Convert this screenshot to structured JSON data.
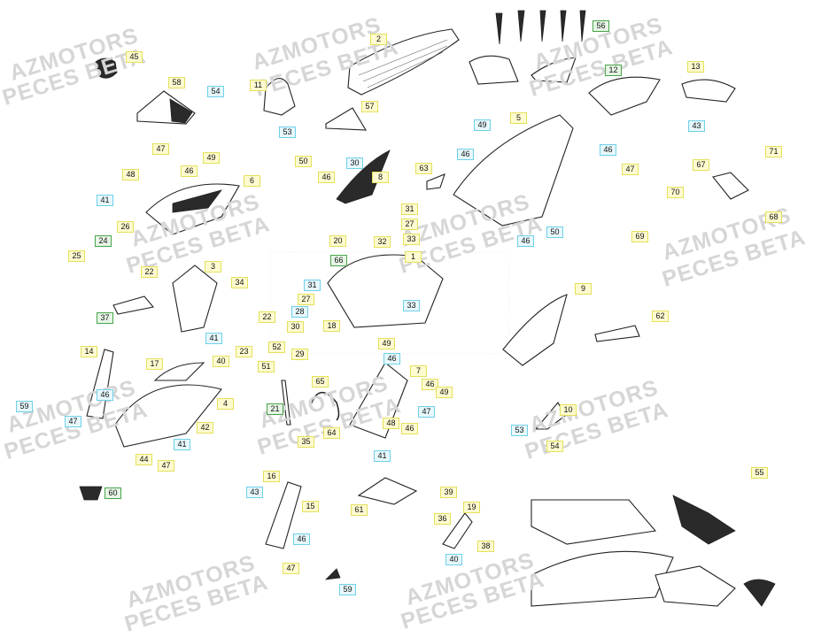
{
  "watermarks": [
    {
      "text": "AZMOTORS"
    },
    {
      "text": "PECES BETA"
    }
  ],
  "callouts": [
    {
      "id": "c45",
      "text": "45",
      "style": "yellow"
    },
    {
      "id": "c58",
      "text": "58",
      "style": "yellow"
    },
    {
      "id": "c54a",
      "text": "54",
      "style": "cyan"
    },
    {
      "id": "c11",
      "text": "11",
      "style": "yellow"
    },
    {
      "id": "c2",
      "text": "2",
      "style": "yellow"
    },
    {
      "id": "c57",
      "text": "57",
      "style": "yellow"
    },
    {
      "id": "c53a",
      "text": "53",
      "style": "cyan"
    },
    {
      "id": "c56",
      "text": "56",
      "style": "green"
    },
    {
      "id": "c12",
      "text": "12",
      "style": "green"
    },
    {
      "id": "c13",
      "text": "13",
      "style": "yellow"
    },
    {
      "id": "c43a",
      "text": "43",
      "style": "cyan"
    },
    {
      "id": "c46a",
      "text": "46",
      "style": "cyan"
    },
    {
      "id": "c47a",
      "text": "47",
      "style": "yellow"
    },
    {
      "id": "c5",
      "text": "5",
      "style": "yellow"
    },
    {
      "id": "c49a",
      "text": "49",
      "style": "cyan"
    },
    {
      "id": "c46b",
      "text": "46",
      "style": "cyan"
    },
    {
      "id": "c47b",
      "text": "47",
      "style": "yellow"
    },
    {
      "id": "c49b",
      "text": "49",
      "style": "yellow"
    },
    {
      "id": "c46c",
      "text": "46",
      "style": "yellow"
    },
    {
      "id": "c48a",
      "text": "48",
      "style": "yellow"
    },
    {
      "id": "c41a",
      "text": "41",
      "style": "cyan"
    },
    {
      "id": "c6",
      "text": "6",
      "style": "yellow"
    },
    {
      "id": "c50a",
      "text": "50",
      "style": "yellow"
    },
    {
      "id": "c30a",
      "text": "30",
      "style": "cyan"
    },
    {
      "id": "c46d",
      "text": "46",
      "style": "yellow"
    },
    {
      "id": "c8",
      "text": "8",
      "style": "yellow"
    },
    {
      "id": "c63",
      "text": "63",
      "style": "yellow"
    },
    {
      "id": "c67",
      "text": "67",
      "style": "yellow"
    },
    {
      "id": "c71",
      "text": "71",
      "style": "yellow"
    },
    {
      "id": "c70",
      "text": "70",
      "style": "yellow"
    },
    {
      "id": "c69",
      "text": "69",
      "style": "yellow"
    },
    {
      "id": "c68",
      "text": "68",
      "style": "yellow"
    },
    {
      "id": "c46e",
      "text": "46",
      "style": "cyan"
    },
    {
      "id": "c50b",
      "text": "50",
      "style": "cyan"
    },
    {
      "id": "c31a",
      "text": "31",
      "style": "yellow"
    },
    {
      "id": "c27a",
      "text": "27",
      "style": "yellow"
    },
    {
      "id": "c33a",
      "text": "33",
      "style": "yellow"
    },
    {
      "id": "c20",
      "text": "20",
      "style": "yellow"
    },
    {
      "id": "c32",
      "text": "32",
      "style": "yellow"
    },
    {
      "id": "c1",
      "text": "1",
      "style": "yellow"
    },
    {
      "id": "c66",
      "text": "66",
      "style": "green"
    },
    {
      "id": "c24",
      "text": "24",
      "style": "green"
    },
    {
      "id": "c26",
      "text": "26",
      "style": "yellow"
    },
    {
      "id": "c25",
      "text": "25",
      "style": "yellow"
    },
    {
      "id": "c22a",
      "text": "22",
      "style": "yellow"
    },
    {
      "id": "c3",
      "text": "3",
      "style": "yellow"
    },
    {
      "id": "c34",
      "text": "34",
      "style": "yellow"
    },
    {
      "id": "c37",
      "text": "37",
      "style": "green"
    },
    {
      "id": "c22b",
      "text": "22",
      "style": "yellow"
    },
    {
      "id": "c31b",
      "text": "31",
      "style": "cyan"
    },
    {
      "id": "c27b",
      "text": "27",
      "style": "yellow"
    },
    {
      "id": "c28",
      "text": "28",
      "style": "cyan"
    },
    {
      "id": "c30b",
      "text": "30",
      "style": "yellow"
    },
    {
      "id": "c18",
      "text": "18",
      "style": "yellow"
    },
    {
      "id": "c33b",
      "text": "33",
      "style": "cyan"
    },
    {
      "id": "c9",
      "text": "9",
      "style": "yellow"
    },
    {
      "id": "c62",
      "text": "62",
      "style": "yellow"
    },
    {
      "id": "c41b",
      "text": "41",
      "style": "cyan"
    },
    {
      "id": "c23",
      "text": "23",
      "style": "yellow"
    },
    {
      "id": "c52",
      "text": "52",
      "style": "yellow"
    },
    {
      "id": "c40a",
      "text": "40",
      "style": "yellow"
    },
    {
      "id": "c51",
      "text": "51",
      "style": "yellow"
    },
    {
      "id": "c29",
      "text": "29",
      "style": "yellow"
    },
    {
      "id": "c14",
      "text": "14",
      "style": "yellow"
    },
    {
      "id": "c17",
      "text": "17",
      "style": "yellow"
    },
    {
      "id": "c49c",
      "text": "49",
      "style": "yellow"
    },
    {
      "id": "c46f",
      "text": "46",
      "style": "cyan"
    },
    {
      "id": "c7",
      "text": "7",
      "style": "yellow"
    },
    {
      "id": "c46g",
      "text": "46",
      "style": "yellow"
    },
    {
      "id": "c49d",
      "text": "49",
      "style": "yellow"
    },
    {
      "id": "c47c",
      "text": "47",
      "style": "cyan"
    },
    {
      "id": "c48b",
      "text": "48",
      "style": "yellow"
    },
    {
      "id": "c46h",
      "text": "46",
      "style": "yellow"
    },
    {
      "id": "c41c",
      "text": "41",
      "style": "cyan"
    },
    {
      "id": "c65",
      "text": "65",
      "style": "yellow"
    },
    {
      "id": "c21",
      "text": "21",
      "style": "green"
    },
    {
      "id": "c64",
      "text": "64",
      "style": "yellow"
    },
    {
      "id": "c35",
      "text": "35",
      "style": "yellow"
    },
    {
      "id": "c46i",
      "text": "46",
      "style": "cyan"
    },
    {
      "id": "c4",
      "text": "4",
      "style": "yellow"
    },
    {
      "id": "c59a",
      "text": "59",
      "style": "cyan"
    },
    {
      "id": "c47d",
      "text": "47",
      "style": "cyan"
    },
    {
      "id": "c42",
      "text": "42",
      "style": "yellow"
    },
    {
      "id": "c41d",
      "text": "41",
      "style": "cyan"
    },
    {
      "id": "c44",
      "text": "44",
      "style": "yellow"
    },
    {
      "id": "c47e",
      "text": "47",
      "style": "yellow"
    },
    {
      "id": "c60",
      "text": "60",
      "style": "green"
    },
    {
      "id": "c10",
      "text": "10",
      "style": "yellow"
    },
    {
      "id": "c53b",
      "text": "53",
      "style": "cyan"
    },
    {
      "id": "c54b",
      "text": "54",
      "style": "yellow"
    },
    {
      "id": "c16",
      "text": "16",
      "style": "yellow"
    },
    {
      "id": "c43b",
      "text": "43",
      "style": "cyan"
    },
    {
      "id": "c15",
      "text": "15",
      "style": "yellow"
    },
    {
      "id": "c46j",
      "text": "46",
      "style": "cyan"
    },
    {
      "id": "c47f",
      "text": "47",
      "style": "yellow"
    },
    {
      "id": "c61",
      "text": "61",
      "style": "yellow"
    },
    {
      "id": "c39",
      "text": "39",
      "style": "yellow"
    },
    {
      "id": "c19",
      "text": "19",
      "style": "yellow"
    },
    {
      "id": "c36",
      "text": "36",
      "style": "yellow"
    },
    {
      "id": "c38",
      "text": "38",
      "style": "yellow"
    },
    {
      "id": "c40b",
      "text": "40",
      "style": "cyan"
    },
    {
      "id": "c59b",
      "text": "59",
      "style": "cyan"
    },
    {
      "id": "c55",
      "text": "55",
      "style": "yellow"
    }
  ],
  "decal_brand": "Beta",
  "colors": {
    "yellow_border": "#e4e05a",
    "cyan_border": "#6fd0e8",
    "green_border": "#4aa44a",
    "line": "#222222",
    "watermark": "#d6d6d6"
  }
}
